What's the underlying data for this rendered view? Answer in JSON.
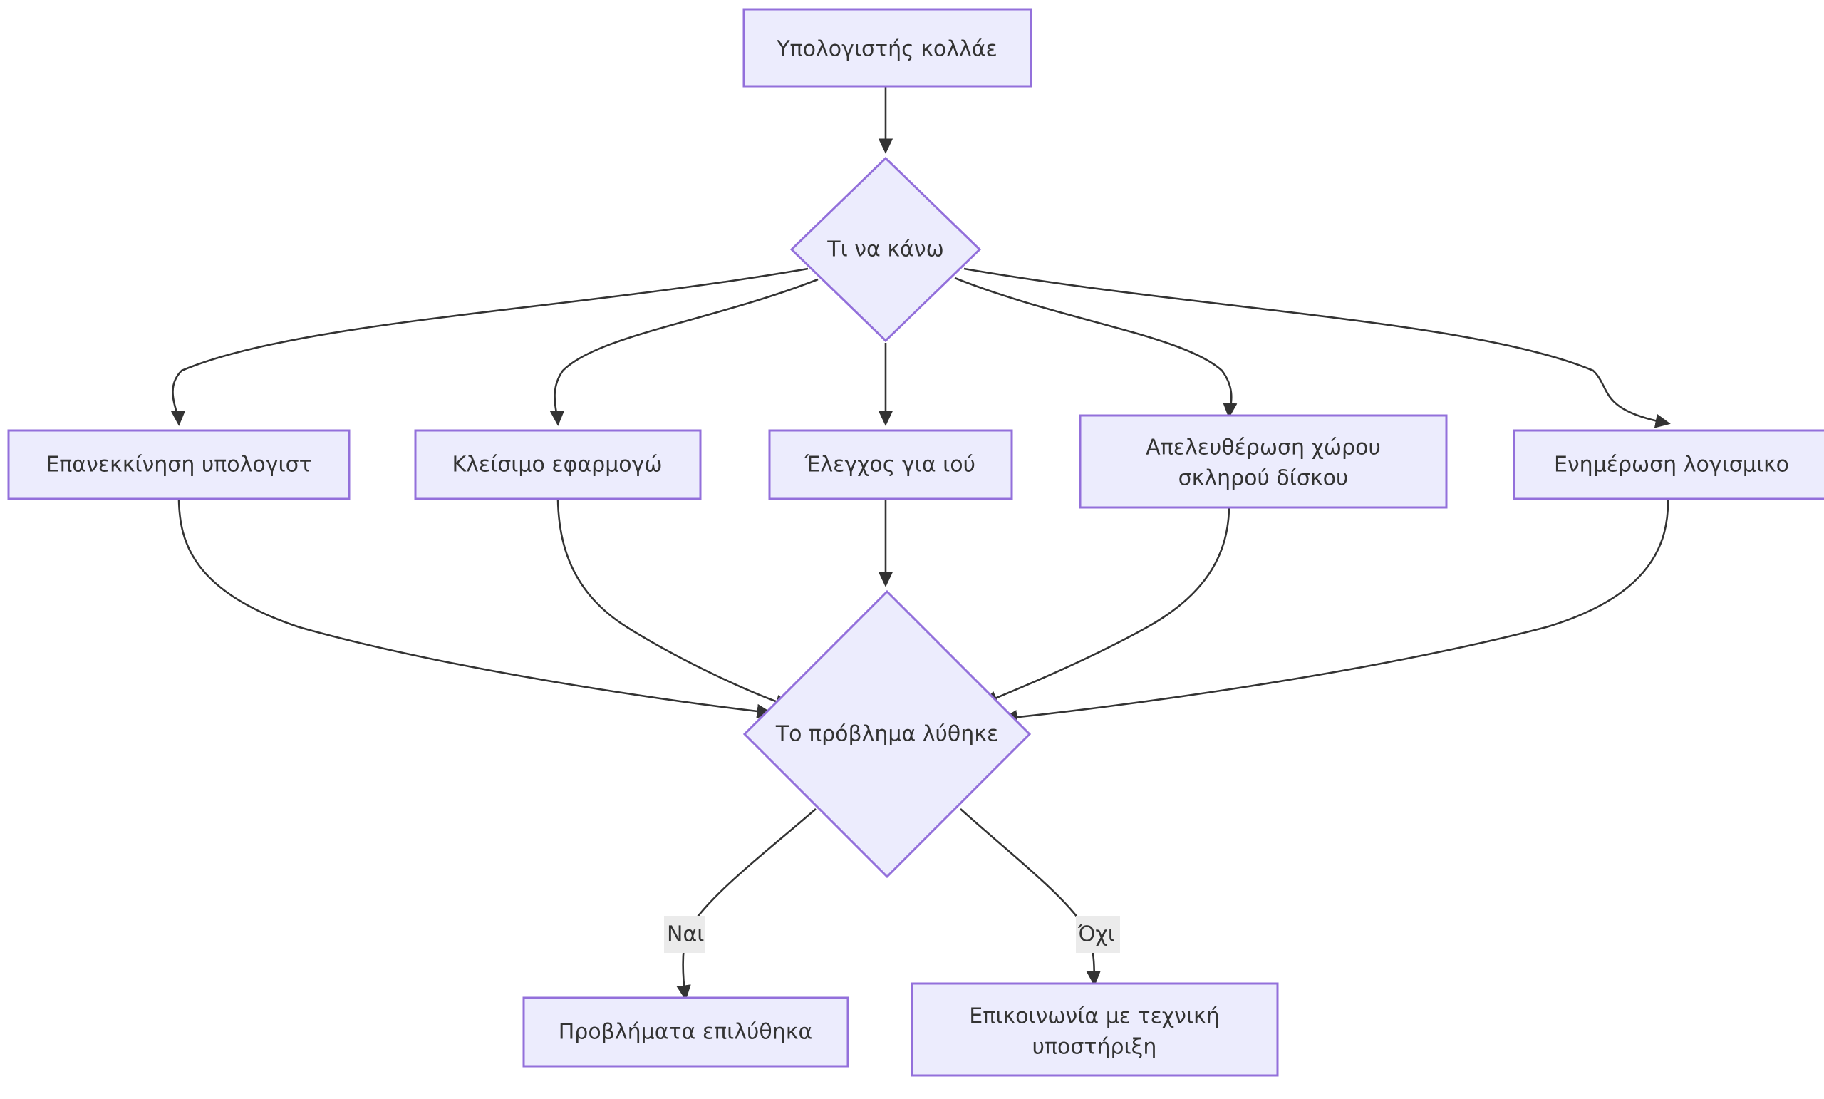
{
  "diagram": {
    "type": "flowchart",
    "direction": "top-down",
    "language": "el",
    "theme": {
      "node_fill": "#ececfd",
      "node_stroke": "#9370db",
      "edge_stroke": "#333333",
      "text_color": "#333333",
      "edge_label_bg": "#ebebeb",
      "background": "#ffffff"
    },
    "nodes": [
      {
        "id": "start",
        "shape": "rect",
        "label": "Υπολογιστής κολλάε",
        "lines": [
          "Υπολογιστής κολλάε"
        ]
      },
      {
        "id": "decide",
        "shape": "diamond",
        "label": "Τι να κάνω",
        "lines": [
          "Τι να κάνω"
        ]
      },
      {
        "id": "opt1",
        "shape": "rect",
        "label": "Επανεκκίνηση υπολογιστ",
        "lines": [
          "Επανεκκίνηση υπολογιστ"
        ]
      },
      {
        "id": "opt2",
        "shape": "rect",
        "label": "Κλείσιμο εφαρμογώ",
        "lines": [
          "Κλείσιμο εφαρμογώ"
        ]
      },
      {
        "id": "opt3",
        "shape": "rect",
        "label": "Έλεγχος για ιού",
        "lines": [
          "Έλεγχος για ιού"
        ]
      },
      {
        "id": "opt4",
        "shape": "rect",
        "label": "Απελευθέρωση χώρου σκληρού δίσκου",
        "lines": [
          "Απελευθέρωση χώρου",
          "σκληρού δίσκου"
        ]
      },
      {
        "id": "opt5",
        "shape": "rect",
        "label": "Ενημέρωση λογισμικο",
        "lines": [
          "Ενημέρωση λογισμικο"
        ]
      },
      {
        "id": "solved",
        "shape": "diamond",
        "label": "Το πρόβλημα λύθηκε",
        "lines": [
          "Το πρόβλημα λύθηκε"
        ]
      },
      {
        "id": "fixed",
        "shape": "rect",
        "label": "Προβλήματα επιλύθηκα",
        "lines": [
          "Προβλήματα επιλύθηκα"
        ]
      },
      {
        "id": "support",
        "shape": "rect",
        "label": "Επικοινωνία με τεχνική υποστήριξη",
        "lines": [
          "Επικοινωνία με τεχνική",
          "υποστήριξη"
        ]
      }
    ],
    "edges": [
      {
        "from": "start",
        "to": "decide",
        "label": ""
      },
      {
        "from": "decide",
        "to": "opt1",
        "label": ""
      },
      {
        "from": "decide",
        "to": "opt2",
        "label": ""
      },
      {
        "from": "decide",
        "to": "opt3",
        "label": ""
      },
      {
        "from": "decide",
        "to": "opt4",
        "label": ""
      },
      {
        "from": "decide",
        "to": "opt5",
        "label": ""
      },
      {
        "from": "opt1",
        "to": "solved",
        "label": ""
      },
      {
        "from": "opt2",
        "to": "solved",
        "label": ""
      },
      {
        "from": "opt3",
        "to": "solved",
        "label": ""
      },
      {
        "from": "opt4",
        "to": "solved",
        "label": ""
      },
      {
        "from": "opt5",
        "to": "solved",
        "label": ""
      },
      {
        "from": "solved",
        "to": "fixed",
        "label": "Ναι"
      },
      {
        "from": "solved",
        "to": "support",
        "label": "Όχι"
      }
    ],
    "edge_labels": {
      "yes": "Ναι",
      "no": "Όχι"
    }
  }
}
